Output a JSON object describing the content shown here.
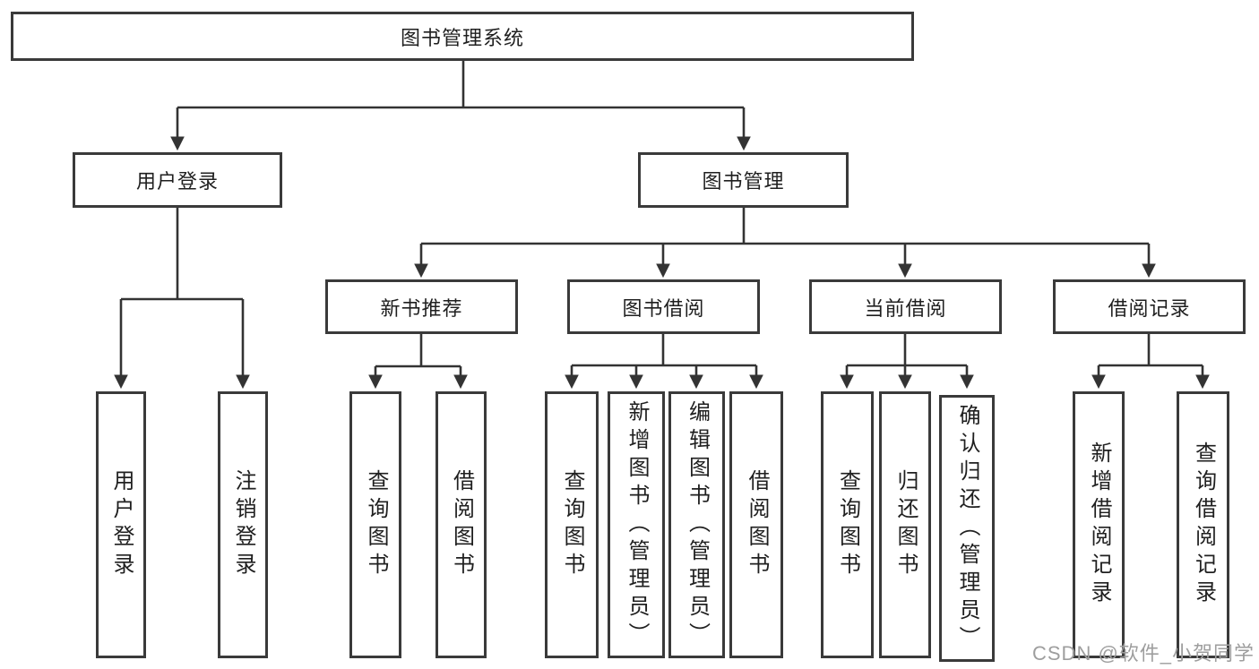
{
  "diagram": {
    "root": "图书管理系统",
    "branches": [
      {
        "label": "用户登录",
        "children": [
          "用户登录",
          "注销登录"
        ]
      },
      {
        "label": "图书管理",
        "groups": [
          {
            "label": "新书推荐",
            "children": [
              "查询图书",
              "借阅图书"
            ]
          },
          {
            "label": "图书借阅",
            "children": [
              "查询图书",
              "新增图书（管理员）",
              "编辑图书（管理员）",
              "借阅图书"
            ]
          },
          {
            "label": "当前借阅",
            "children": [
              "查询图书",
              "归还图书",
              "确认归还（管理员）"
            ]
          },
          {
            "label": "借阅记录",
            "children": [
              "新增借阅记录",
              "查询借阅记录"
            ]
          }
        ]
      }
    ]
  },
  "watermark": {
    "text": "CSDN @软件_小贺同学"
  },
  "colors": {
    "line": "#333333",
    "box_border": "#3a3a3a",
    "text": "#1f1f1f",
    "watermark_text": "#9e9e9e",
    "background": "#ffffff"
  }
}
